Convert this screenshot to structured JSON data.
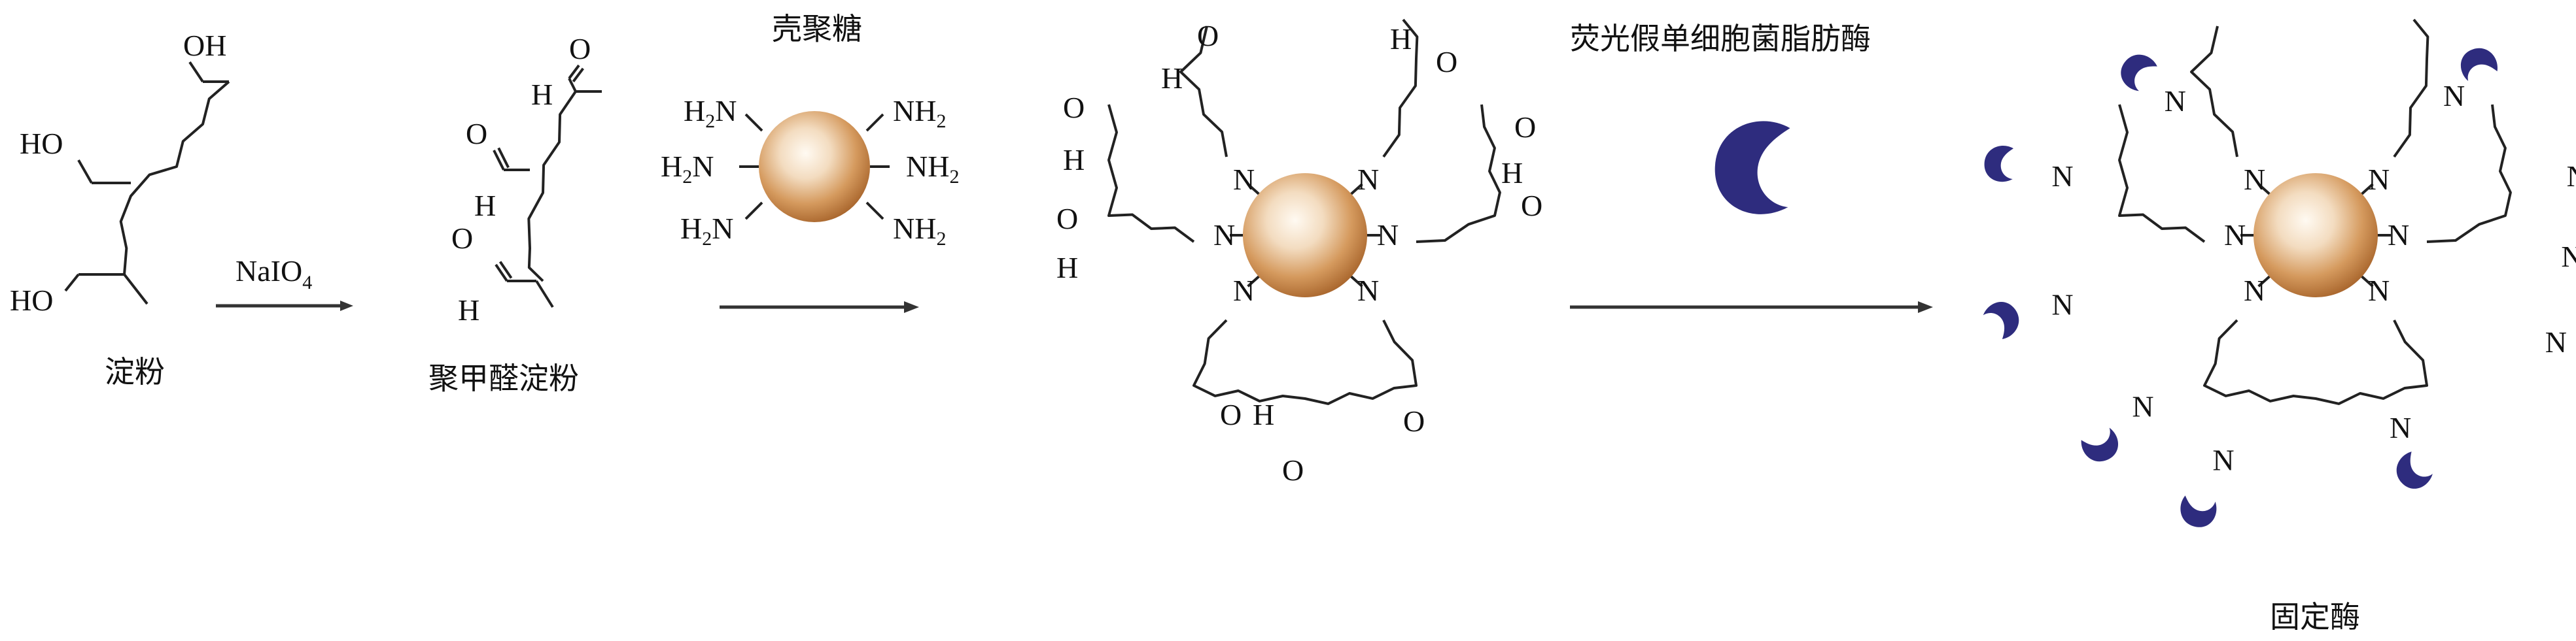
{
  "labels": {
    "starch": "淀粉",
    "reagent": "NaIO",
    "reagent_sub": "4",
    "polyaldehyde_starch": "聚甲醛淀粉",
    "chitosan": "壳聚糖",
    "enzyme": "荧光假单细胞菌脂肪酶",
    "immobilized_enzyme": "固定酶"
  },
  "atoms": {
    "oh": "OH",
    "ho": "HO",
    "o": "O",
    "h": "H",
    "n": "N",
    "nh": "NH",
    "h_": "H",
    "sub2": "2"
  },
  "colors": {
    "sphere": "#c98a4e",
    "sphere_light": "#fbf3e6",
    "enzyme": "#2e2c7e"
  }
}
